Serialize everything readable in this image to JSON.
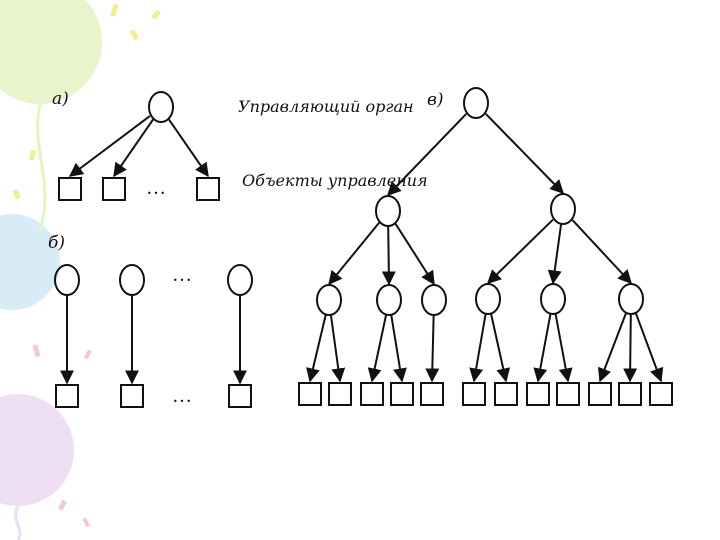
{
  "labels": {
    "part_a": "а)",
    "part_b": "б)",
    "part_v": "в)",
    "control_organ": "Управляющий  орган",
    "control_objects": "Объекты управления",
    "ellipsis": "…"
  },
  "colors": {
    "ink": "#111111",
    "balloon_green": "#e6f4c4",
    "balloon_blue": "#d3eaf6",
    "balloon_purple": "#ecdcf4",
    "spark_yellow": "#f1ee93",
    "spark_pink": "#f2c8e0"
  }
}
